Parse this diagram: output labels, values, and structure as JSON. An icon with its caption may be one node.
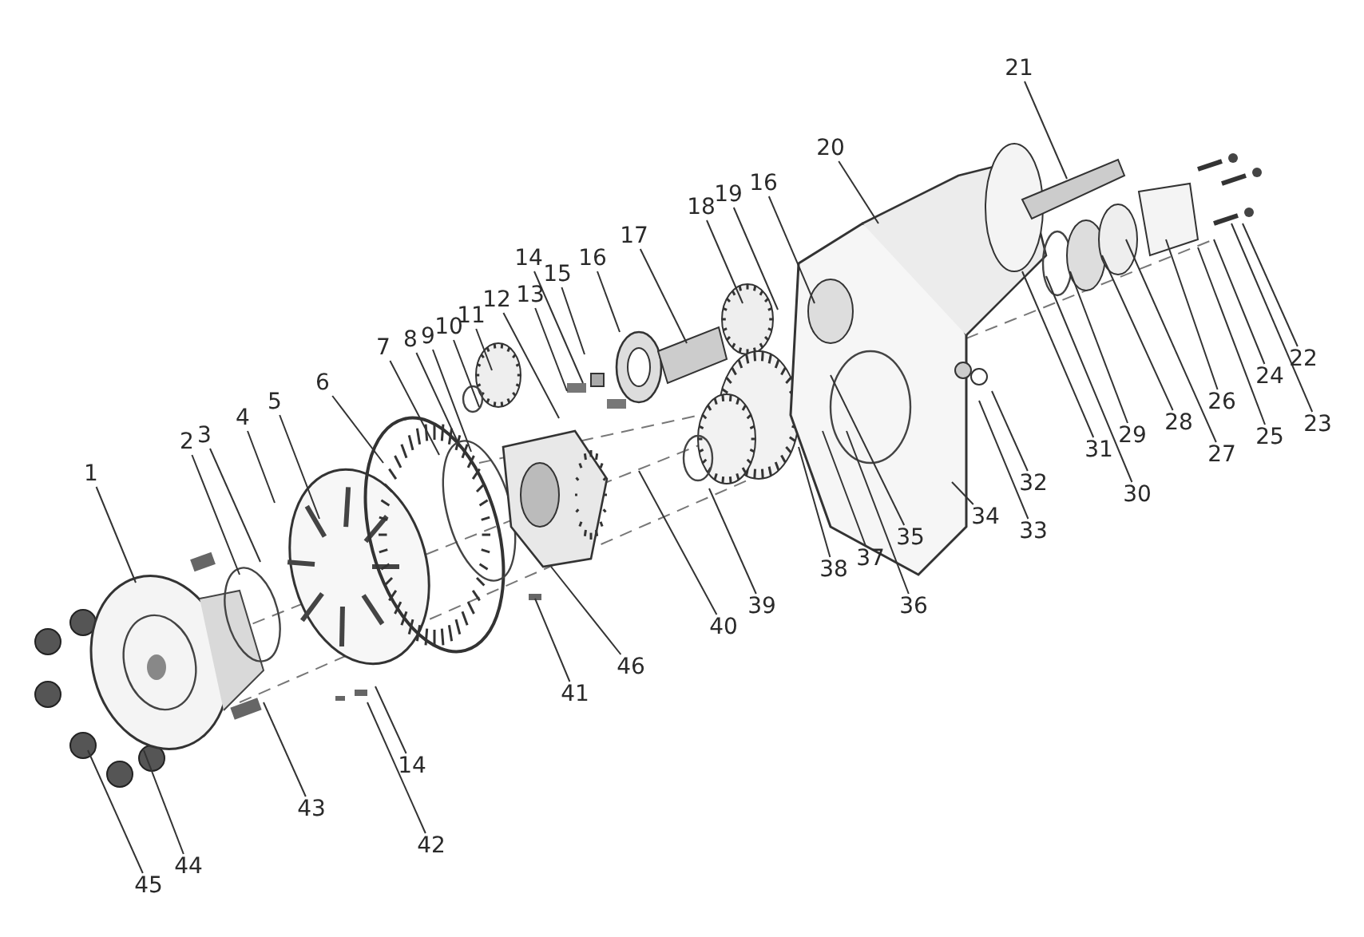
{
  "diagram": {
    "nodes": [
      {
        "text": [
          "1"
        ]
      },
      {
        "text": [
          "2"
        ]
      },
      {
        "text": [
          "3"
        ]
      },
      {
        "text": [
          "4"
        ]
      },
      {
        "text": [
          "5"
        ]
      },
      {
        "text": [
          "6"
        ]
      },
      {
        "text": [
          "7"
        ]
      },
      {
        "text": [
          "8"
        ]
      },
      {
        "text": [
          "9"
        ]
      },
      {
        "text": [
          "10"
        ]
      },
      {
        "text": [
          "11"
        ]
      },
      {
        "text": [
          "12"
        ]
      },
      {
        "text": [
          "13"
        ]
      },
      {
        "text": [
          "14"
        ]
      },
      {
        "text": [
          "15"
        ]
      },
      {
        "text": [
          "16"
        ]
      },
      {
        "text": [
          "17"
        ]
      },
      {
        "text": [
          "18"
        ]
      },
      {
        "text": [
          "19"
        ]
      },
      {
        "text": [
          "16"
        ]
      },
      {
        "text": [
          "20"
        ]
      },
      {
        "text": [
          "21"
        ]
      },
      {
        "text": [
          "22"
        ]
      },
      {
        "text": [
          "23"
        ]
      },
      {
        "text": [
          "24"
        ]
      },
      {
        "text": [
          "25"
        ]
      },
      {
        "text": [
          "26"
        ]
      },
      {
        "text": [
          "27"
        ]
      },
      {
        "text": [
          "28"
        ]
      },
      {
        "text": [
          "29"
        ]
      },
      {
        "text": [
          "30"
        ]
      },
      {
        "text": [
          "31"
        ]
      },
      {
        "text": [
          "32"
        ]
      },
      {
        "text": [
          "33"
        ]
      },
      {
        "text": [
          "34"
        ]
      },
      {
        "text": [
          "35"
        ]
      },
      {
        "text": [
          "36"
        ]
      },
      {
        "text": [
          "37"
        ]
      },
      {
        "text": [
          "38"
        ]
      },
      {
        "text": [
          "39"
        ]
      },
      {
        "text": [
          "40"
        ]
      },
      {
        "text": [
          "41"
        ]
      },
      {
        "text": [
          "42"
        ]
      },
      {
        "text": [
          "43"
        ]
      },
      {
        "text": [
          "44"
        ]
      },
      {
        "text": [
          "45"
        ]
      },
      {
        "text": [
          "46"
        ]
      },
      {
        "text": [
          "14"
        ]
      }
    ],
    "edges": [
      {
        "from": 0,
        "to": null,
        "arrow": "none"
      },
      {
        "from": 1,
        "to": null,
        "arrow": "none"
      },
      {
        "from": 2,
        "to": null,
        "arrow": "none"
      },
      {
        "from": 3,
        "to": null,
        "arrow": "none"
      },
      {
        "from": 4,
        "to": null,
        "arrow": "none"
      },
      {
        "from": 5,
        "to": null,
        "arrow": "none"
      },
      {
        "from": 6,
        "to": null,
        "arrow": "none"
      },
      {
        "from": 7,
        "to": null,
        "arrow": "none"
      },
      {
        "from": 8,
        "to": null,
        "arrow": "none"
      },
      {
        "from": 9,
        "to": null,
        "arrow": "none"
      },
      {
        "from": 10,
        "to": null,
        "arrow": "none"
      },
      {
        "from": 11,
        "to": null,
        "arrow": "none"
      },
      {
        "from": 12,
        "to": null,
        "arrow": "none"
      },
      {
        "from": 13,
        "to": null,
        "arrow": "none"
      },
      {
        "from": 14,
        "to": null,
        "arrow": "none"
      },
      {
        "from": 15,
        "to": null,
        "arrow": "none"
      },
      {
        "from": 16,
        "to": null,
        "arrow": "none"
      },
      {
        "from": 17,
        "to": null,
        "arrow": "none"
      },
      {
        "from": 18,
        "to": null,
        "arrow": "none"
      },
      {
        "from": 19,
        "to": null,
        "arrow": "none"
      },
      {
        "from": 20,
        "to": null,
        "arrow": "none"
      },
      {
        "from": 21,
        "to": null,
        "arrow": "none"
      },
      {
        "from": 22,
        "to": null,
        "arrow": "none"
      },
      {
        "from": 23,
        "to": null,
        "arrow": "none"
      },
      {
        "from": 24,
        "to": null,
        "arrow": "none"
      },
      {
        "from": 25,
        "to": null,
        "arrow": "none"
      },
      {
        "from": 26,
        "to": null,
        "arrow": "none"
      },
      {
        "from": 27,
        "to": null,
        "arrow": "none"
      },
      {
        "from": 28,
        "to": null,
        "arrow": "none"
      },
      {
        "from": 29,
        "to": null,
        "arrow": "none"
      },
      {
        "from": 30,
        "to": null,
        "arrow": "none"
      },
      {
        "from": 31,
        "to": null,
        "arrow": "none"
      },
      {
        "from": 32,
        "to": null,
        "arrow": "none"
      },
      {
        "from": 33,
        "to": null,
        "arrow": "none"
      },
      {
        "from": 34,
        "to": null,
        "arrow": "none"
      },
      {
        "from": 35,
        "to": null,
        "arrow": "none"
      },
      {
        "from": 36,
        "to": null,
        "arrow": "none"
      },
      {
        "from": 37,
        "to": null,
        "arrow": "none"
      },
      {
        "from": 38,
        "to": null,
        "arrow": "none"
      },
      {
        "from": 39,
        "to": null,
        "arrow": "none"
      },
      {
        "from": 40,
        "to": null,
        "arrow": "none"
      },
      {
        "from": 41,
        "to": null,
        "arrow": "none"
      },
      {
        "from": 42,
        "to": null,
        "arrow": "none"
      },
      {
        "from": 43,
        "to": null,
        "arrow": "none"
      },
      {
        "from": 44,
        "to": null,
        "arrow": "none"
      },
      {
        "from": 45,
        "to": null,
        "arrow": "none"
      },
      {
        "from": 46,
        "to": null,
        "arrow": "none"
      },
      {
        "from": 47,
        "to": null,
        "arrow": "none"
      }
    ]
  }
}
